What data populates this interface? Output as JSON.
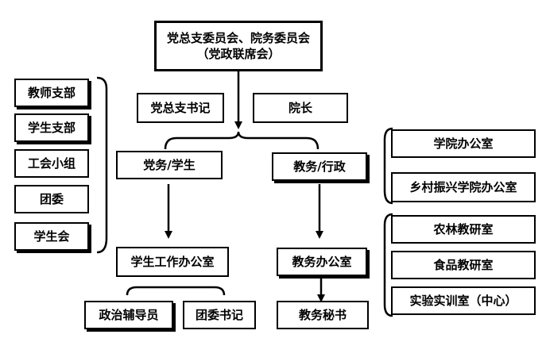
{
  "top": {
    "line1": "党总支委员会、院务委员会",
    "line2": "（党政联席会）"
  },
  "leaders": {
    "party_secretary": "党总支书记",
    "dean": "院长"
  },
  "branches": {
    "party_student": "党务/学生",
    "academic_admin": "教务/行政"
  },
  "left_group": [
    "教师支部",
    "学生支部",
    "工会小组",
    "团委",
    "学生会"
  ],
  "right_group_admin": [
    "学院办公室",
    "乡村振兴学院办公室"
  ],
  "right_group_teaching": [
    "农林教研室",
    "食品教研室",
    "实验实训室（中心）"
  ],
  "offices": {
    "student_affairs": "学生工作办公室",
    "academic_affairs": "教务办公室"
  },
  "staff": {
    "counselor": "政治辅导员",
    "league_secretary": "团委书记",
    "academic_secretary": "教务秘书"
  }
}
